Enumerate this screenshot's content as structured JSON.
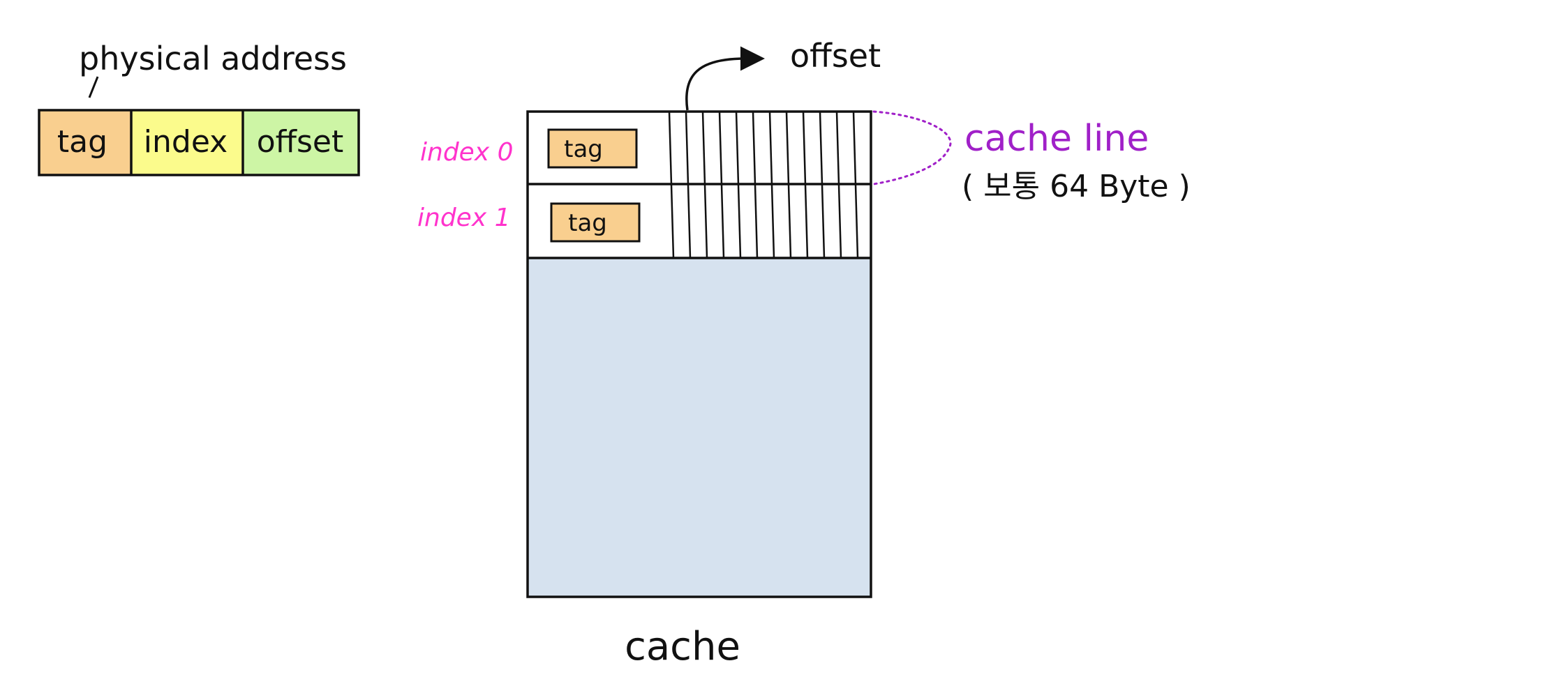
{
  "address": {
    "title": "physical address",
    "fields": [
      {
        "label": "tag",
        "color": "#f9cf8f"
      },
      {
        "label": "index",
        "color": "#fbfb8c"
      },
      {
        "label": "offset",
        "color": "#cdf5a5"
      }
    ]
  },
  "cache": {
    "title": "cache",
    "fill_color": "#d6e2ef",
    "rows": [
      {
        "index_label": "index 0",
        "tag_label": "tag"
      },
      {
        "index_label": "index 1",
        "tag_label": "tag"
      }
    ],
    "tag_color": "#f9cf8f",
    "offset_label": "offset",
    "line_label": "cache line",
    "line_note": "( 보통 64 Byte )"
  },
  "colors": {
    "index_label": "#ff33cc",
    "cache_line": "#a020c8",
    "stroke": "#111111"
  }
}
